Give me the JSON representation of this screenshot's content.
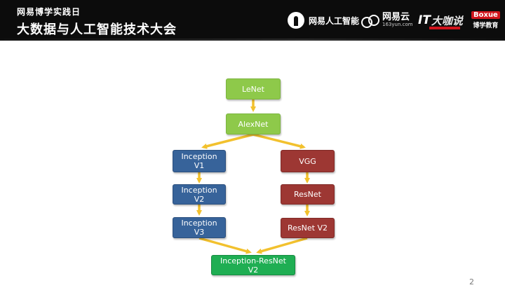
{
  "header": {
    "event_subtitle": "网易博学实践日",
    "event_title": "大数据与人工智能技术大会",
    "logos": {
      "netease_ai": "网易人工智能",
      "netease_cloud": "网易云",
      "netease_cloud_domain": "163yun.com",
      "it_brand_prefix": "IT",
      "it_brand_suffix": "大咖说",
      "boxue_en": "Boxue",
      "boxue_cn": "博学教育"
    }
  },
  "diagram": {
    "nodes": {
      "lenet": "LeNet",
      "alexnet": "AlexNet",
      "inception_v1": "Inception\nV1",
      "inception_v2": "Inception\nV2",
      "inception_v3": "Inception\nV3",
      "vgg": "VGG",
      "resnet": "ResNet",
      "resnet_v2": "ResNet V2",
      "inception_resnet_v2": "Inception-ResNet\nV2"
    },
    "colors": {
      "green": "#8ec94a",
      "blue": "#37639a",
      "red": "#9d3733",
      "final_green": "#1fae53",
      "arrow": "#f2c12e"
    }
  },
  "page_number": "2"
}
